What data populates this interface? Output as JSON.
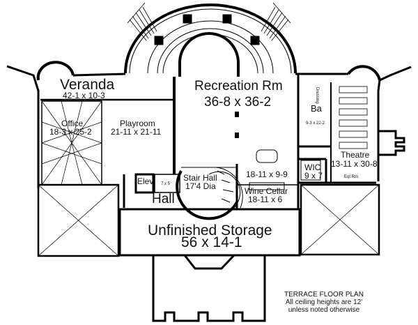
{
  "plan": {
    "title": "TERRACE FLOOR PLAN",
    "notes": [
      "All ceiling heights are 12'",
      "unless noted otherwise"
    ],
    "colors": {
      "wall": "#000000",
      "background": "#ffffff",
      "text": "#111111"
    }
  },
  "rooms": {
    "veranda": {
      "name": "Veranda",
      "dims": "42-1 x 10-3"
    },
    "recreation": {
      "name": "Recreation Rm",
      "dims": "36-8 x 36-2"
    },
    "office": {
      "name": "Office",
      "dims": "18-3 x 25-2"
    },
    "playroom": {
      "name": "Playroom",
      "dims": "21-11 x 21-11"
    },
    "bath": {
      "name": "Ba",
      "dims": "9-3 x 22-2"
    },
    "dressing": {
      "name": "Dressing"
    },
    "theatre": {
      "name": "Theatre",
      "dims": "13-11 x 30-8"
    },
    "equipment": {
      "name": "Eqt Rm"
    },
    "wic": {
      "name": "WIC",
      "dims": "9 x 7"
    },
    "bar": {
      "dims": "18-11 x 9-9"
    },
    "wine_cellar": {
      "name": "Wine Cellar",
      "dims": "18-11 x 6"
    },
    "stair_hall": {
      "name": "Stair Hall",
      "dims": "17'4 Dia"
    },
    "elevator": {
      "name": "Elev"
    },
    "powder": {
      "dims": "7 x 5"
    },
    "hall": {
      "name": "Hall"
    },
    "storage": {
      "name": "Unfinished Storage",
      "dims": "56 x 14-1"
    }
  }
}
